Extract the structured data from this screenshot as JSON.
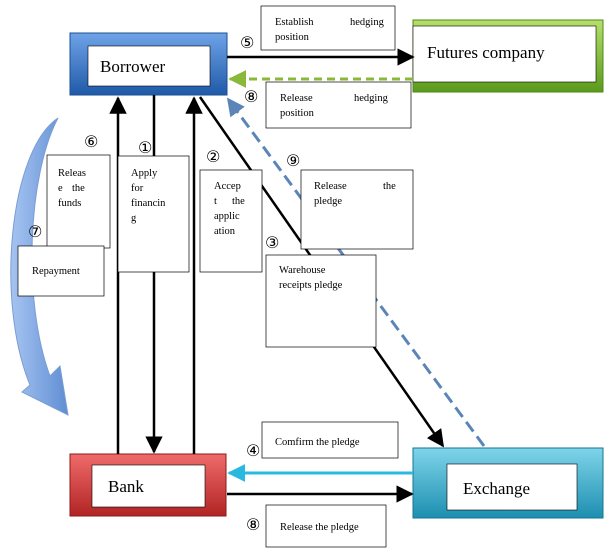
{
  "nodes": {
    "borrower": "Borrower",
    "futures": "Futures company",
    "bank": "Bank",
    "exchange": "Exchange"
  },
  "steps": {
    "s1": {
      "number": "①",
      "text": "Apply for financing"
    },
    "s2": {
      "number": "②",
      "text": "Accept the application"
    },
    "s3": {
      "number": "③",
      "text": "Warehouse receipts pledge"
    },
    "s4": {
      "number": "④",
      "text": "Comfirm the pledge"
    },
    "s5": {
      "number": "⑤",
      "text": "Establish hedging position"
    },
    "s6": {
      "number": "⑥",
      "text": "Release the funds"
    },
    "s7": {
      "number": "⑦",
      "text": "Repayment"
    },
    "s8a": {
      "number": "⑧",
      "text": "Release hedging position"
    },
    "s8b": {
      "number": "⑧",
      "text": "Release the pledge"
    },
    "s9": {
      "number": "⑨",
      "text": "Release the pledge"
    }
  },
  "colors": {
    "borrower": "#2e6fc4",
    "futures": "#7cb82f",
    "bank": "#d63a3a",
    "exchange": "#31a8c8",
    "dashed_blue": "#5b85b8",
    "dashed_green": "#8ab83a",
    "confirm_arrow": "#29b8e0",
    "curved_arrow": "#7fa8e0"
  }
}
